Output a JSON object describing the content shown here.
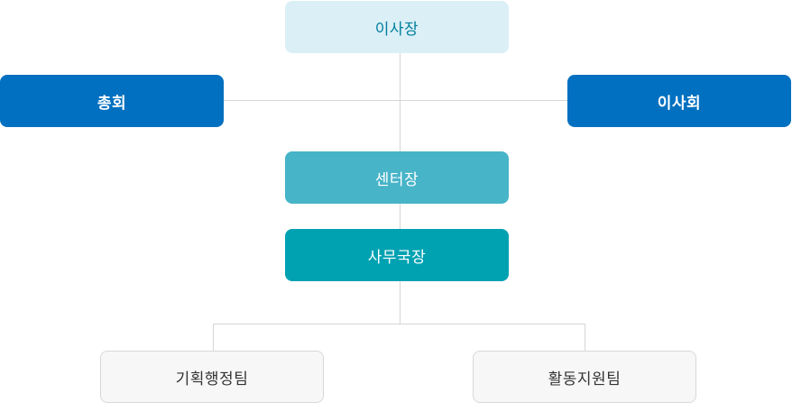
{
  "org_chart": {
    "chairman": "이사장",
    "general_assembly": "총회",
    "board": "이사회",
    "center_director": "센터장",
    "secretary_general": "사무국장",
    "teams": [
      "기획행정팀",
      "활동지원팀"
    ]
  },
  "colors": {
    "chairman_bg": "#dbeff6",
    "chairman_text": "#007f9c",
    "assembly_board_bg": "#0170c0",
    "center_director_bg": "#47b4c8",
    "secretary_general_bg": "#00a2b2",
    "team_bg": "#f7f7f7",
    "connector": "#d6d6d6"
  }
}
